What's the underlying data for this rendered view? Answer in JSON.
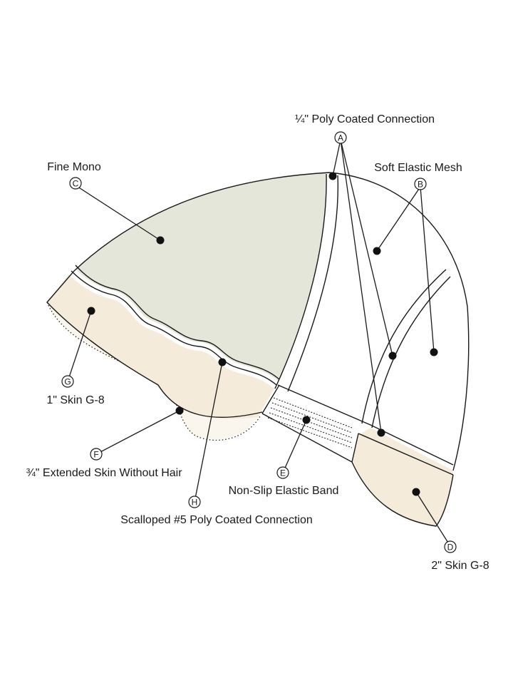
{
  "colors": {
    "fine_mono": "#e5e6da",
    "skin": "#f4ebdb",
    "extended_skin": "#faf6ee",
    "white": "#ffffff",
    "ink": "#1a1a1a"
  },
  "callouts": [
    {
      "id": "a",
      "letter": "A",
      "label": "¼\" Poly Coated Connection"
    },
    {
      "id": "b",
      "letter": "B",
      "label": "Soft Elastic Mesh"
    },
    {
      "id": "c",
      "letter": "C",
      "label": "Fine Mono"
    },
    {
      "id": "d",
      "letter": "D",
      "label": "2\" Skin G-8"
    },
    {
      "id": "e",
      "letter": "E",
      "label": "Non-Slip Elastic Band"
    },
    {
      "id": "f",
      "letter": "F",
      "label": "¾\" Extended Skin Without Hair"
    },
    {
      "id": "g",
      "letter": "G",
      "label": "1\" Skin G-8"
    },
    {
      "id": "h",
      "letter": "H",
      "label": "Scalloped #5 Poly Coated Connection"
    }
  ]
}
